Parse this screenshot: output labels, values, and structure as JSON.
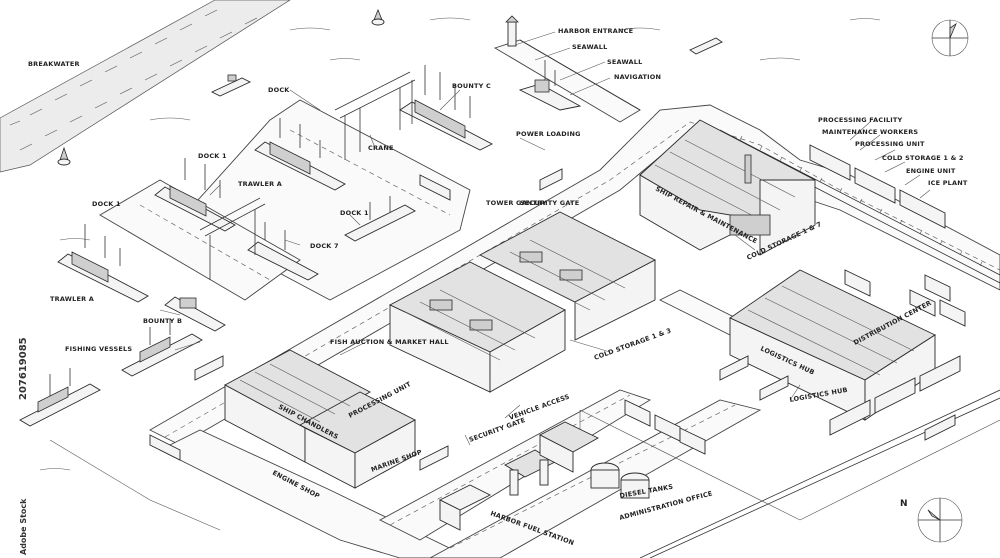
{
  "labels": {
    "breakwater": "BREAKWATER",
    "harbor_entrance": "HARBOR ENTRANCE",
    "seawall": "SEAWALL",
    "seawall_2": "SEAWALL",
    "navigation": "NAVIGATION",
    "dock_top": "DOCK",
    "bounty_c": "BOUNTY C",
    "crane": "CRANE",
    "dock_1_top": "DOCK 1",
    "trawler_a_top": "TRAWLER A",
    "power_loading": "POWER LOADING",
    "dock_1_left": "DOCK 1",
    "dock_1_mid": "DOCK 1",
    "dock_7": "DOCK 7",
    "trawler_a_left": "TRAWLER A",
    "bounty_b": "BOUNTY B",
    "fishing_vessels": "FISHING VESSELS",
    "tower_gantry": "TOWER GANTRY",
    "security_gate": "SECURITY GATE",
    "ship_repair": "SHIP REPAIR & MAINTENANCE",
    "processing_facility": "PROCESSING FACILITY",
    "maintenance_workers": "MAINTENANCE WORKERS",
    "processing_unit_top": "PROCESSING UNIT",
    "cold_storage_1_2": "COLD STORAGE 1 & 2",
    "engine_unit": "ENGINE UNIT",
    "ice_plant": "ICE PLANT",
    "cold_storage_1_7": "COLD STORAGE 1 & 7",
    "fish_auction": "FISH AUCTION & MARKET HALL",
    "cold_storage_1_3": "COLD STORAGE 1 & 3",
    "processing_unit": "PROCESSING UNIT",
    "ship_chandlers": "SHIP CHANDLERS",
    "engine_shop": "ENGINE SHOP",
    "marine_shop": "MARINE SHOP",
    "vehicle_access": "VEHICLE ACCESS",
    "security_gate_2": "SECURITY GATE",
    "logistics_hub": "LOGISTICS HUB",
    "logistics_hub_2": "LOGISTICS HUB",
    "distribution_center": "DISTRIBUTION CENTER",
    "harbor_fuel_station": "HARBOR FUEL STATION",
    "diesel_tanks": "DIESEL TANKS",
    "administration_office": "ADMINISTRATION OFFICE"
  },
  "watermark": {
    "stock_id": "207619085",
    "brand": "Adobe Stock"
  },
  "compass": {
    "north": "N"
  },
  "colors": {
    "ink": "#2a2a2a",
    "paper": "#ffffff",
    "roof": "#e2e2e2"
  }
}
